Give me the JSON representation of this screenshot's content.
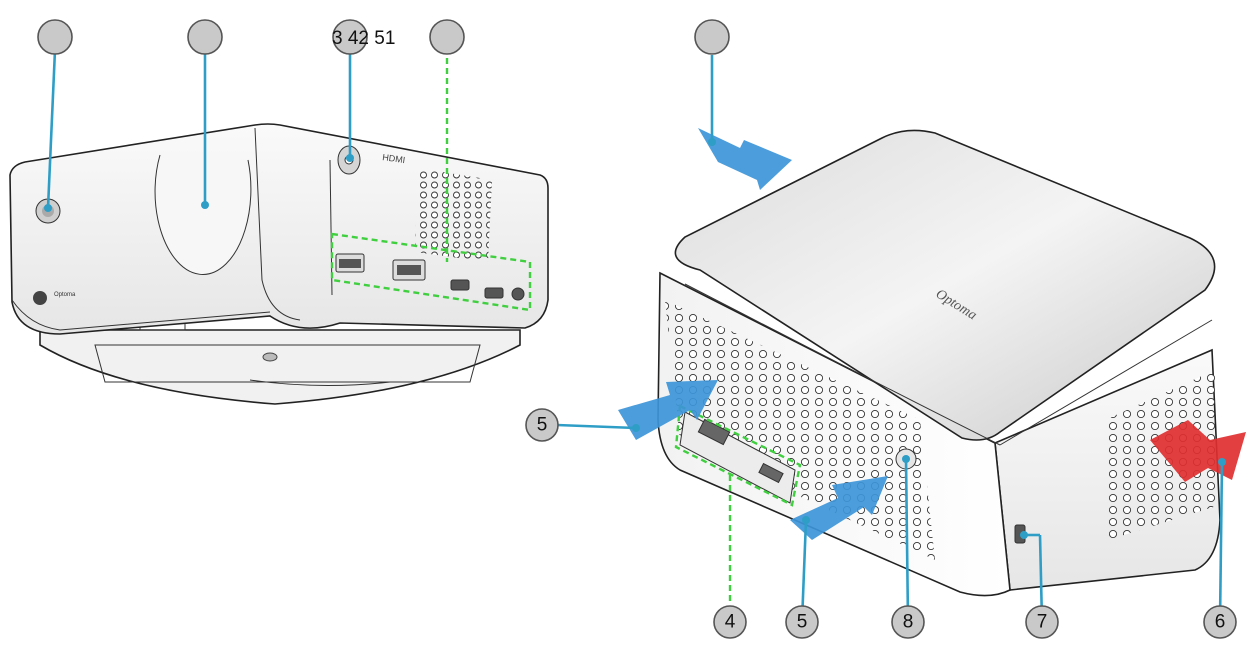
{
  "diagram": {
    "top_label": "3 42 51",
    "callouts": [
      {
        "id": "c1",
        "label": ""
      },
      {
        "id": "c2",
        "label": ""
      },
      {
        "id": "c3",
        "label": ""
      },
      {
        "id": "c4",
        "label": ""
      },
      {
        "id": "c5",
        "label": ""
      },
      {
        "id": "c6",
        "label": "5"
      },
      {
        "id": "c7",
        "label": "4"
      },
      {
        "id": "c8",
        "label": "5"
      },
      {
        "id": "c9",
        "label": "8"
      },
      {
        "id": "c10",
        "label": "7"
      },
      {
        "id": "c11",
        "label": "6"
      }
    ],
    "colors": {
      "leader": "#2f9ec6",
      "intake_arrow": "#3d95d8",
      "exhaust_arrow": "#e03030",
      "port_highlight": "#3fcf3f"
    }
  }
}
